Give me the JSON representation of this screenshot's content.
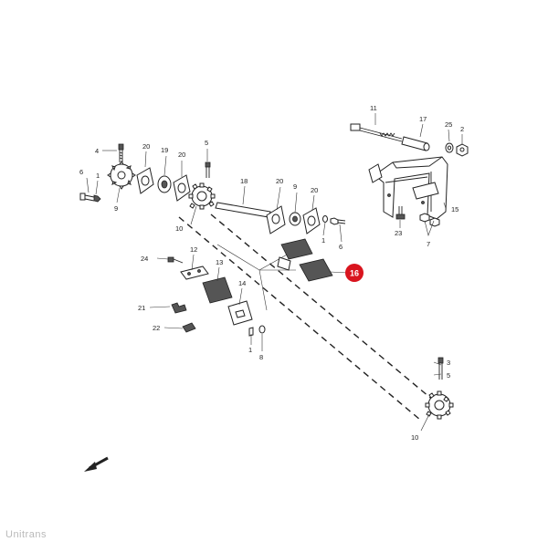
{
  "diagram": {
    "callouts": [
      "1",
      "2",
      "3",
      "4",
      "5",
      "6",
      "7",
      "8",
      "9",
      "10",
      "11",
      "12",
      "13",
      "14",
      "15",
      "16",
      "17",
      "18",
      "19",
      "20",
      "21",
      "22",
      "23",
      "24",
      "25"
    ],
    "highlight": {
      "label": "16",
      "color": "#d9141e"
    },
    "watermark": "Unitrans"
  }
}
